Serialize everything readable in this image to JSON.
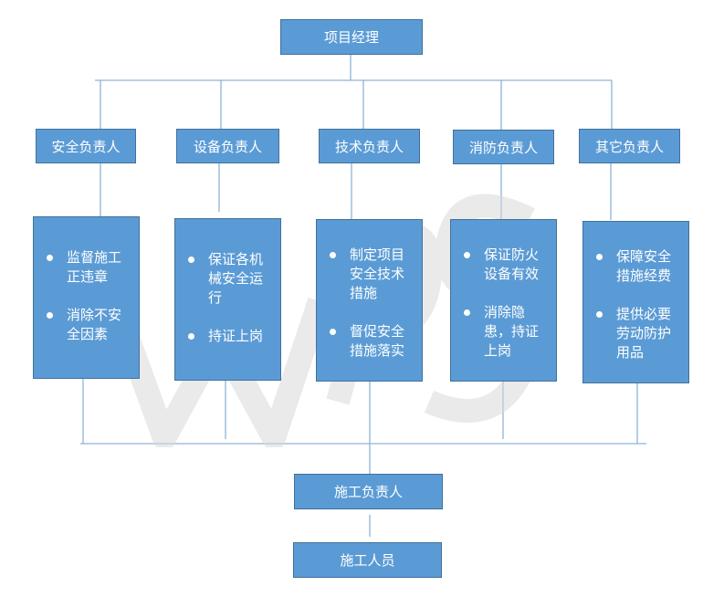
{
  "manager": {
    "label": "项目经理"
  },
  "roles": [
    {
      "label": "安全负责人",
      "duties": [
        "监督施工正违章",
        "消除不安全因素"
      ]
    },
    {
      "label": "设备负责人",
      "duties": [
        "保证各机械安全运行",
        "持证上岗"
      ]
    },
    {
      "label": "技术负责人",
      "duties": [
        "制定项目安全技术措施",
        "督促安全措施落实"
      ]
    },
    {
      "label": "消防负责人",
      "duties": [
        "保证防火设备有效",
        "消除隐患，持证上岗"
      ]
    },
    {
      "label": "其它负责人",
      "duties": [
        "保障安全措施经费",
        "提供必要劳动防护用品"
      ]
    }
  ],
  "construction_lead": {
    "label": "施工负责人"
  },
  "construction_staff": {
    "label": "施工人员"
  },
  "colors": {
    "box_fill": "#5b9bd5",
    "box_border": "#41719c",
    "connector": "#8db3d8",
    "watermark": "#d9d9d9"
  }
}
